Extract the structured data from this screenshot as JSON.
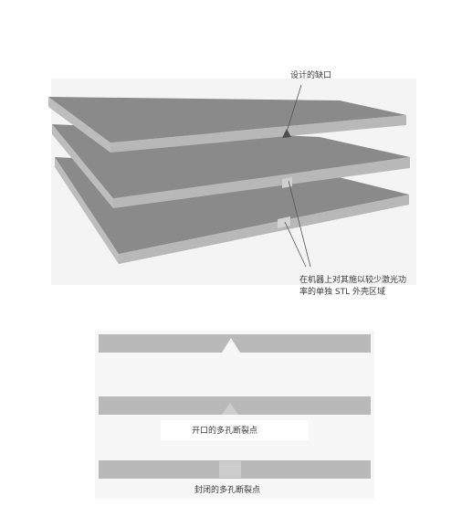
{
  "top_figure": {
    "callout_notch": "设计的缺口",
    "callout_region_line1": "在机器上对其施以较少激光功",
    "callout_region_line2": "率的单独 STL 外壳区域"
  },
  "bottom_figure": {
    "caption_open": "开口的多孔断裂点",
    "caption_closed": "封闭的多孔断裂点"
  },
  "colors": {
    "plate_top": "#898989",
    "plate_edge": "#b9b9b9",
    "background_panel": "#f3f3f3"
  }
}
